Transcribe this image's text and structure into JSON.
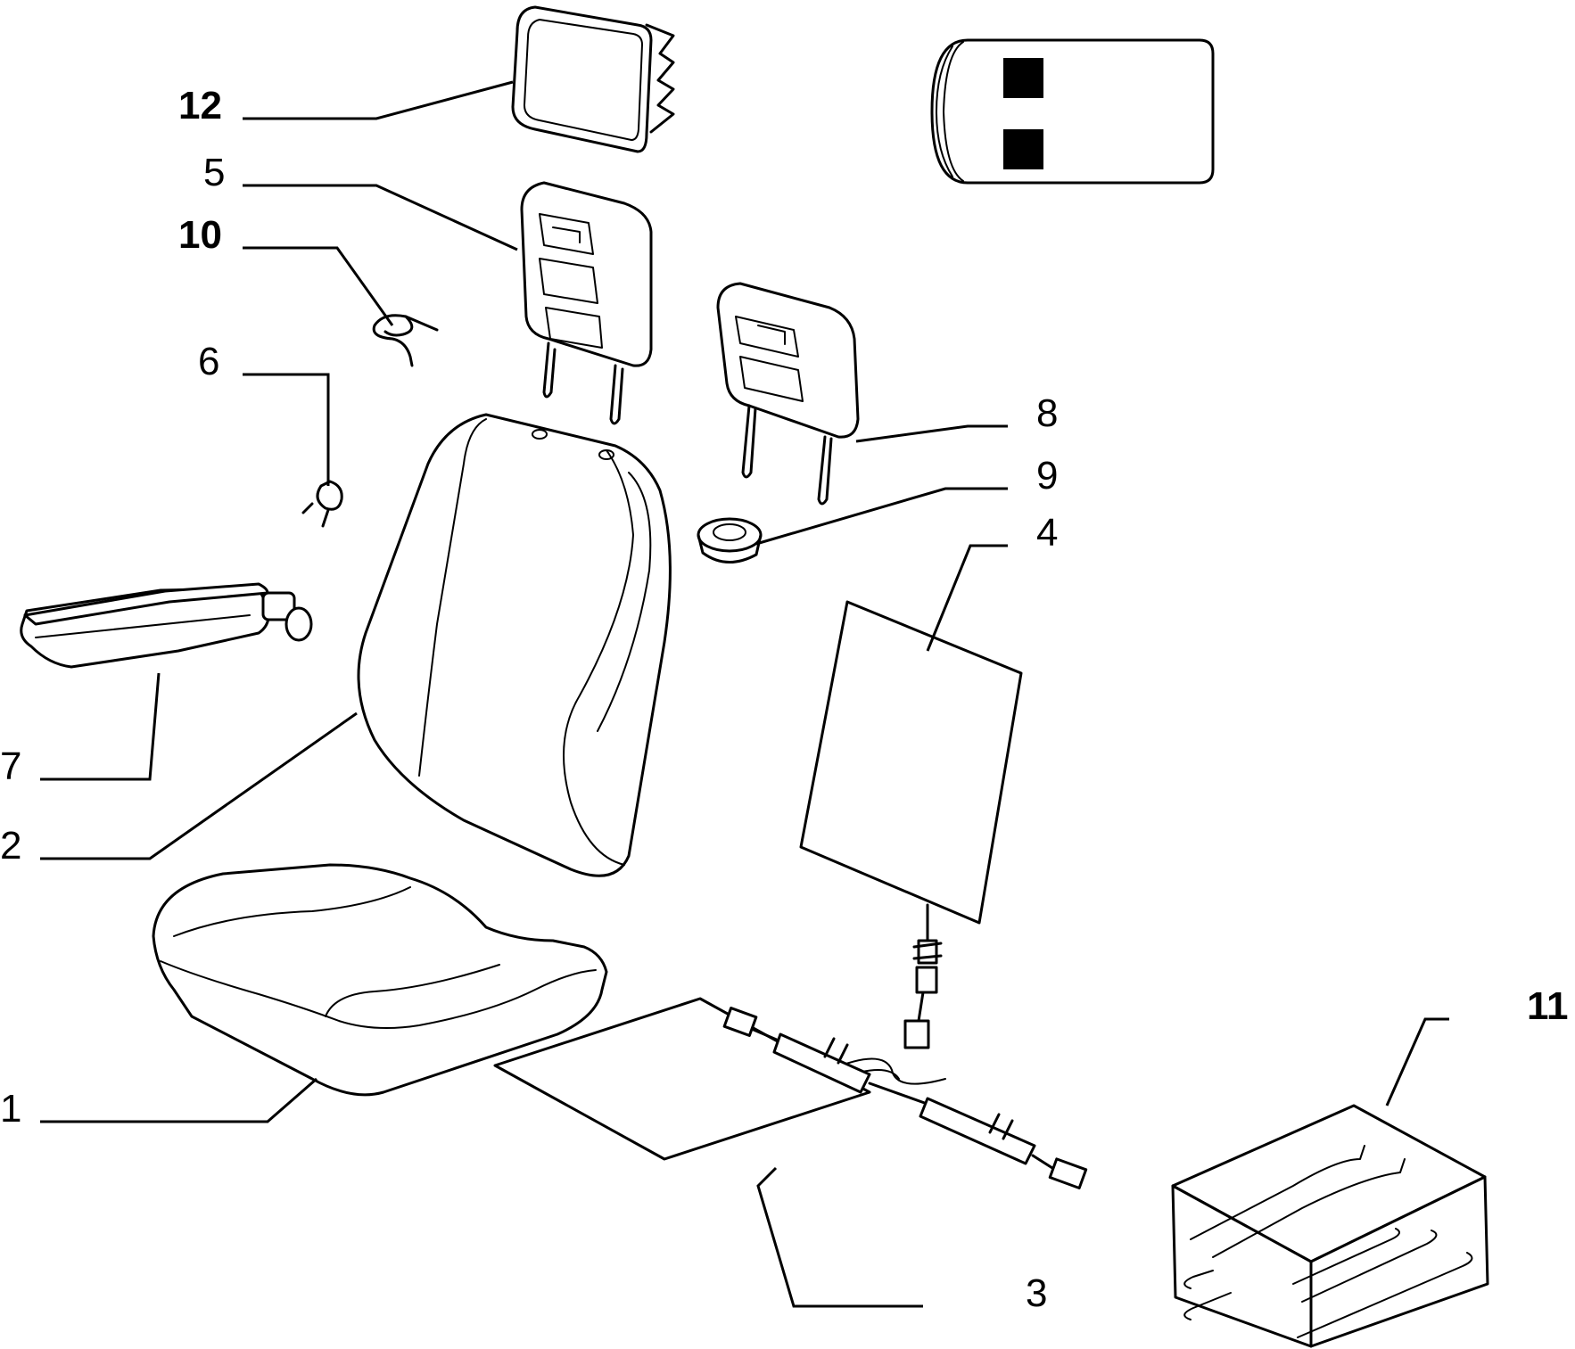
{
  "callouts": [
    {
      "id": "1",
      "label": "1",
      "bold": false
    },
    {
      "id": "2",
      "label": "2",
      "bold": false
    },
    {
      "id": "3",
      "label": "3",
      "bold": false
    },
    {
      "id": "4",
      "label": "4",
      "bold": false
    },
    {
      "id": "5",
      "label": "5",
      "bold": false
    },
    {
      "id": "6",
      "label": "6",
      "bold": false
    },
    {
      "id": "7",
      "label": "7",
      "bold": false
    },
    {
      "id": "8",
      "label": "8",
      "bold": false
    },
    {
      "id": "9",
      "label": "9",
      "bold": false
    },
    {
      "id": "10",
      "label": "10",
      "bold": true
    },
    {
      "id": "11",
      "label": "11",
      "bold": true
    },
    {
      "id": "12",
      "label": "12",
      "bold": true
    }
  ],
  "colors": {
    "ink": "#000000",
    "paper": "#ffffff"
  }
}
